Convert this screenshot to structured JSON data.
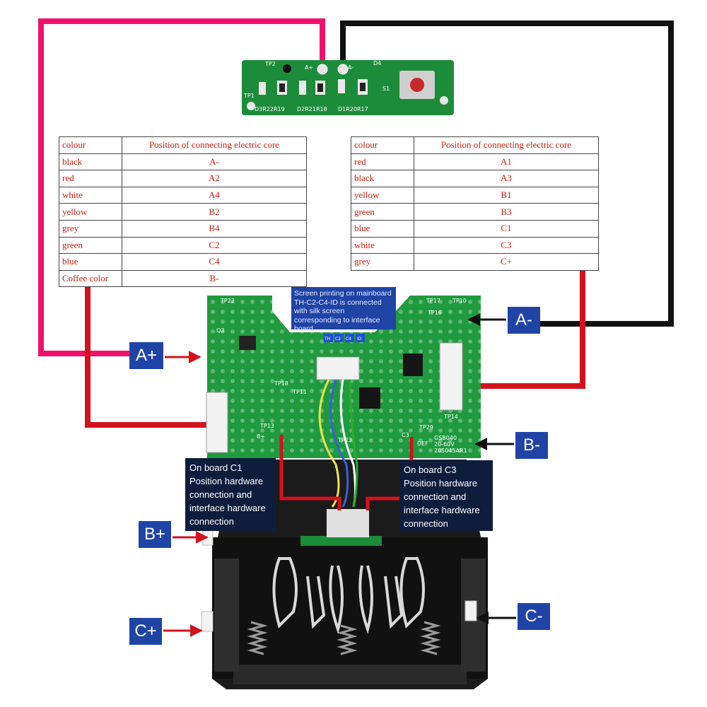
{
  "top_board": {
    "labels": [
      "TP2",
      "TP1",
      "A+",
      "A-",
      "D4",
      "S1",
      "D3R22R19",
      "D2R21R18",
      "D1R20R17"
    ]
  },
  "left_table": {
    "header": [
      "colour",
      "Position of connecting electric core"
    ],
    "rows": [
      [
        "black",
        "A-"
      ],
      [
        "red",
        "A2"
      ],
      [
        "white",
        "A4"
      ],
      [
        "yellow",
        "B2"
      ],
      [
        "grey",
        "B4"
      ],
      [
        "green",
        "C2"
      ],
      [
        "blue",
        "C4"
      ],
      [
        "Coffee color",
        "B-"
      ]
    ]
  },
  "right_table": {
    "header": [
      "colour",
      "Position of connecting electric core"
    ],
    "rows": [
      [
        "red",
        "A1"
      ],
      [
        "black",
        "A3"
      ],
      [
        "yellow",
        "B1"
      ],
      [
        "green",
        "B3"
      ],
      [
        "blue",
        "C1"
      ],
      [
        "white",
        "C3"
      ],
      [
        "grey",
        "C+"
      ]
    ]
  },
  "labels": {
    "a_plus": "A+",
    "a_minus": "A-",
    "b_minus": "B-",
    "b_plus": "B+",
    "c_minus": "C-",
    "c_plus": "C+"
  },
  "notes": {
    "screen": "Screen printing on mainboard TH-C2-C4-ID is connected with silk screen corresponding to interface board",
    "c1": "On board C1 Position hardware connection and interface hardware  connection",
    "c3": "On board C3 Position hardware connection and interface hardware connection"
  },
  "mainboard": {
    "pads": [
      "TH",
      "C2",
      "C4",
      "ID"
    ],
    "silk": [
      "TP22",
      "TP17",
      "TP10",
      "TP16",
      "TP18",
      "TP11",
      "TP13",
      "TP14",
      "TP23",
      "TP29",
      "B+",
      "C3",
      "DEF",
      "GSB040",
      "20-60V",
      "205045AR1",
      "Q3"
    ]
  },
  "colors": {
    "wire_pink": "#f0126a",
    "wire_black": "#111111",
    "wire_red": "#d3121e",
    "arrow_red": "#d3121e",
    "label_blue": "#1f44a6",
    "note_dark": "#0f1d3d",
    "pcb_green": "#1f9a3e",
    "table_text": "#d01c0c"
  },
  "icons": [
    "terminal-spring-icon",
    "connector-icon",
    "push-button-icon"
  ]
}
